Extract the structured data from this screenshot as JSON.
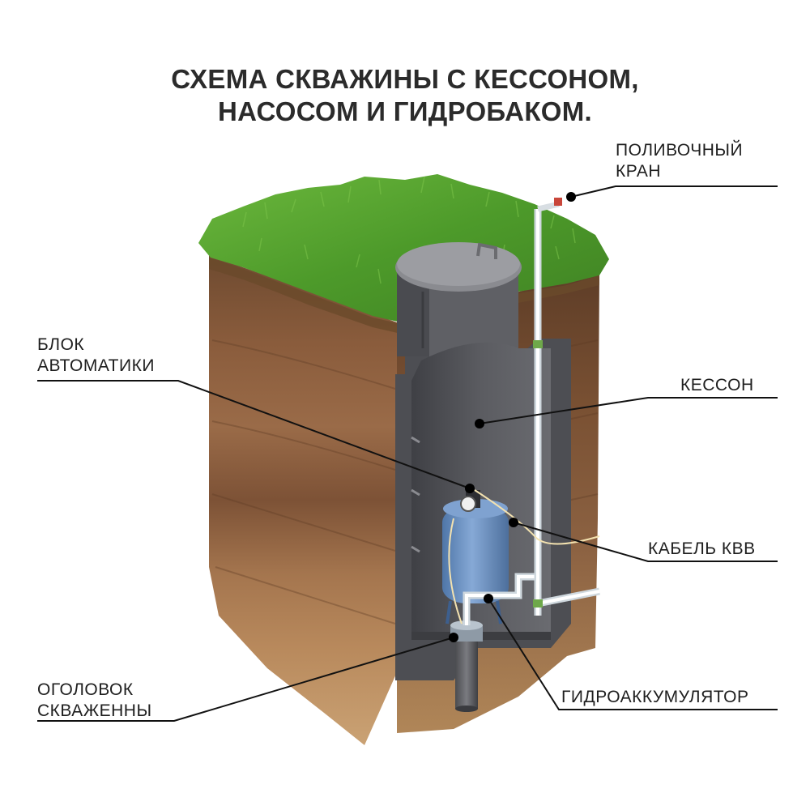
{
  "title": {
    "line1": "СХЕМА СКВАЖИНЫ С КЕССОНОМ,",
    "line2": "НАСОСОМ И ГИДРОБАКОМ."
  },
  "labels": {
    "tap": {
      "line1": "ПОЛИВОЧНЫЙ",
      "line2": "КРАН"
    },
    "automation": {
      "line1": "БЛОК",
      "line2": "АВТОМАТИКИ"
    },
    "caisson": "КЕССОН",
    "cable": "КАБЕЛЬ КВВ",
    "wellhead": {
      "line1": "ОГОЛОВОК",
      "line2": "СКВАЖЕННЫ"
    },
    "accumulator": "ГИДРОАККУМУЛЯТОР"
  },
  "colors": {
    "grass": "#4f9a2c",
    "soil": "#8a5a3a",
    "caisson": "#55565b",
    "tank": "#6f95c4",
    "pipe": "#e8eef2",
    "line": "#111111"
  }
}
